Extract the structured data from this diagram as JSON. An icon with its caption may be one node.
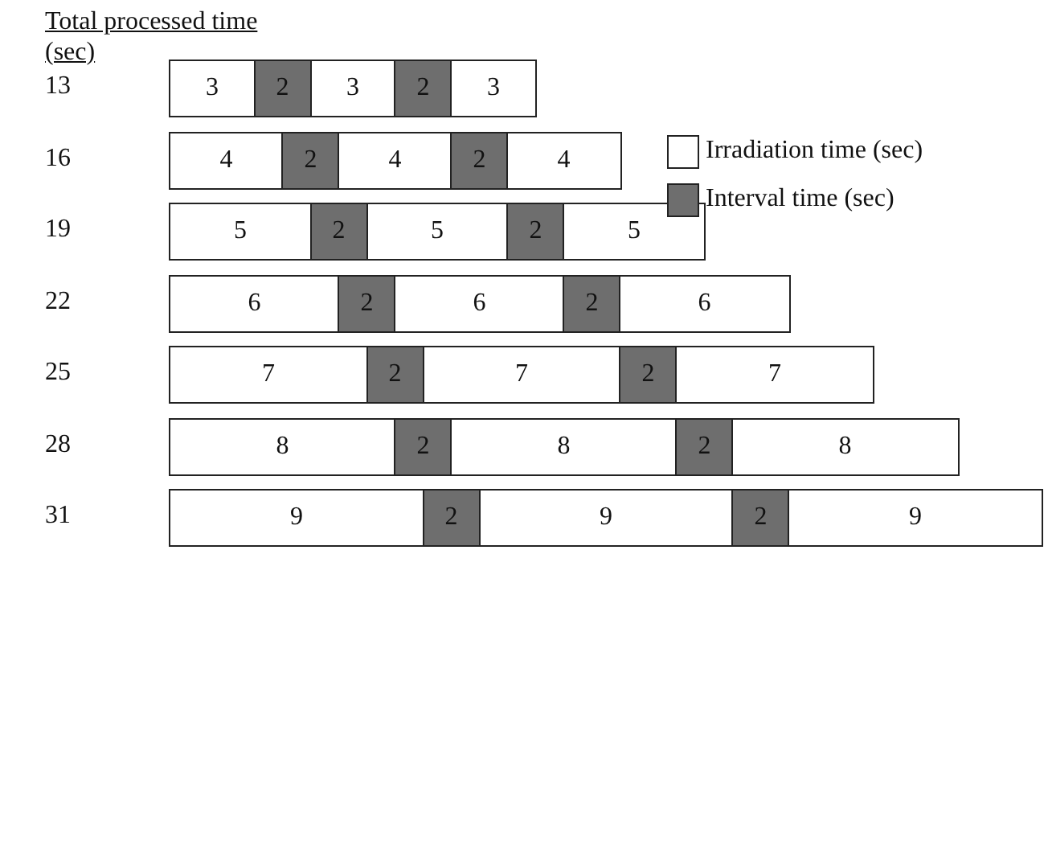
{
  "diagram": {
    "labels": [
      "Total processed time (sec)",
      "13",
      "3",
      "2",
      "3",
      "2",
      "3",
      "16",
      "4",
      "2",
      "4",
      "2",
      "4",
      "19",
      "5",
      "2",
      "5",
      "2",
      "5",
      "22",
      "6",
      "2",
      "6",
      "2",
      "6",
      "25",
      "7",
      "2",
      "7",
      "2",
      "7",
      "28",
      "8",
      "2",
      "8",
      "2",
      "8",
      "31",
      "9",
      "2",
      "9",
      "2",
      "9"
    ],
    "legend": [
      {
        "text": "Irradiation time (sec)",
        "color": "#ffffff"
      },
      {
        "text": "Interval time (sec)",
        "color": "#6e6e6e"
      }
    ]
  }
}
